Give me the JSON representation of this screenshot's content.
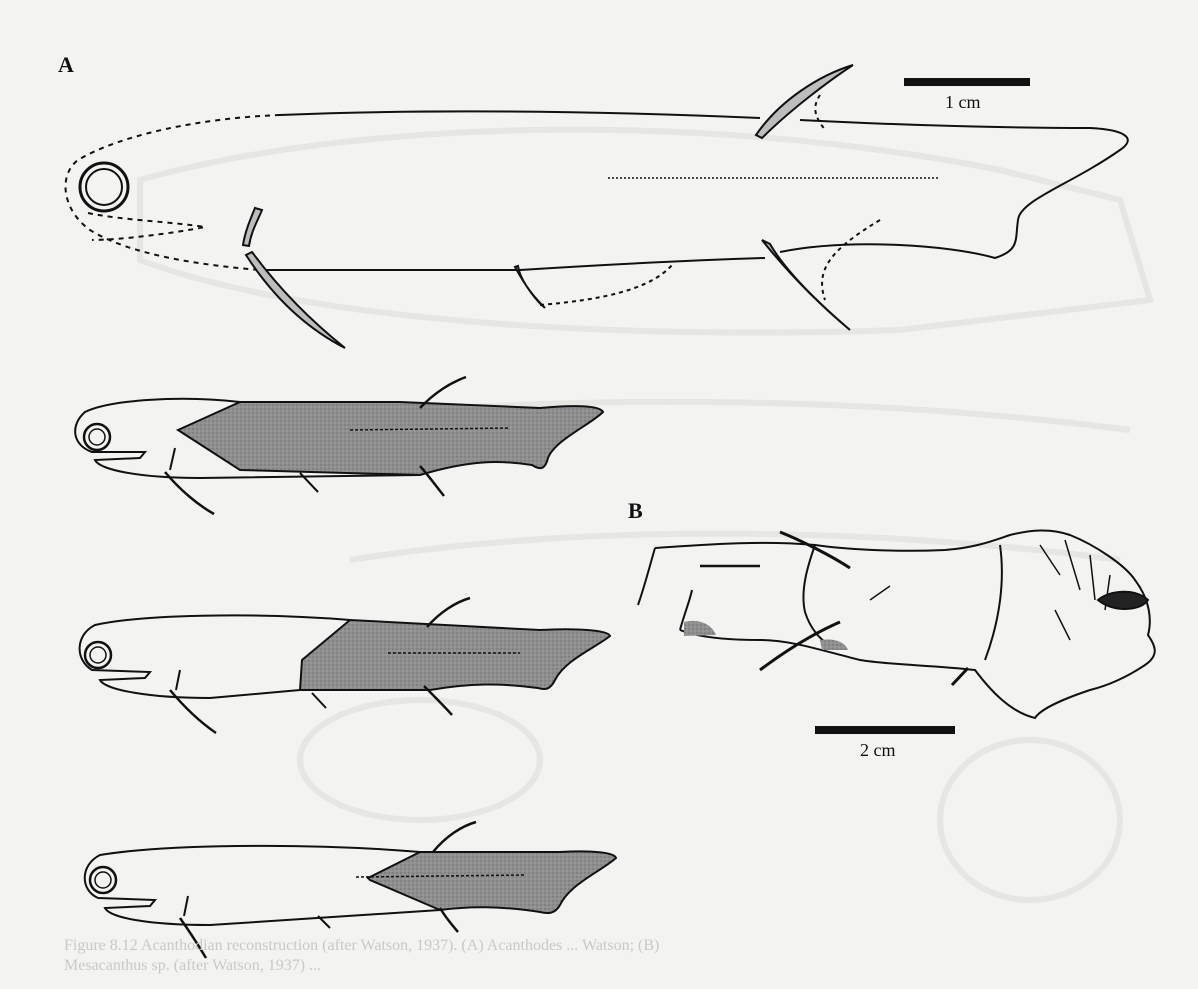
{
  "panels": {
    "a_label": "A",
    "b_label": "B"
  },
  "scales": {
    "a_label": "1 cm",
    "b_label": "2 cm"
  },
  "caption": {
    "line1": "Figure 8.12  Acanthodian reconstruction (after Watson, 1937).  (A) Acanthodes ... Watson; (B)",
    "line2": "Mesacanthus sp. (after Watson, 1937)  ..."
  },
  "colors": {
    "ink": "#111111",
    "shading": "#8f8f8f",
    "paper": "#f3f3f1",
    "ghost": "#e4e4e0"
  }
}
